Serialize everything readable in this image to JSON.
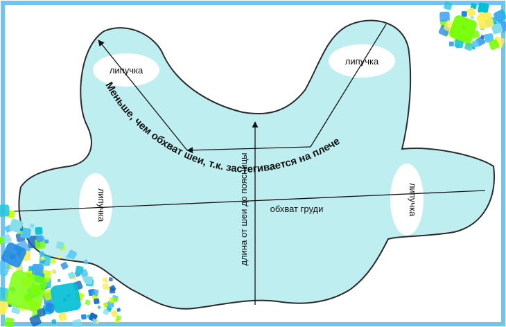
{
  "labels": {
    "velcro_top_left": "липучка",
    "velcro_top_right": "липучка",
    "velcro_left": "липучка",
    "velcro_right": "липучка",
    "chest_girth": "обхват груди",
    "back_length": "длина от шеи до поясницы",
    "neck_note": "Меньше, чем обхват шеи, т.к. застегивается на плече"
  },
  "colors": {
    "pattern_fill": "#bfeef0",
    "pattern_edge": "#2a2a2a",
    "frame_blue": "#6ec6f0",
    "velcro_fill": "#ffffff",
    "cube_palette": [
      "#1e88e5",
      "#42a5f5",
      "#00bcd4",
      "#26c6da",
      "#76ff03",
      "#c6ff00",
      "#ffee58",
      "#1565c0",
      "#4fc3f7",
      "#80deea"
    ]
  }
}
